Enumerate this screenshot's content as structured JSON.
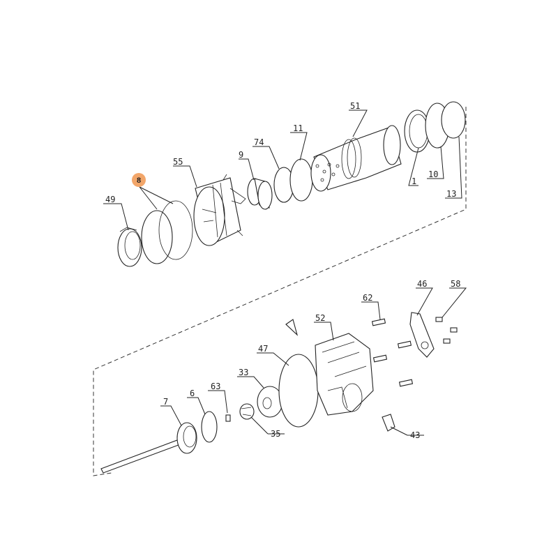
{
  "diagram": {
    "highlight_color": "#f2a66a",
    "labels": {
      "l8": "8",
      "l49": "49",
      "l55": "55",
      "l9": "9",
      "l74": "74",
      "l11": "11",
      "l51": "51",
      "l1": "1",
      "l10": "10",
      "l13": "13",
      "l62": "62",
      "l46": "46",
      "l58": "58",
      "l52": "52",
      "l47": "47",
      "l33": "33",
      "l63": "63",
      "l6": "6",
      "l7": "7",
      "l35": "35",
      "l43": "43"
    }
  }
}
